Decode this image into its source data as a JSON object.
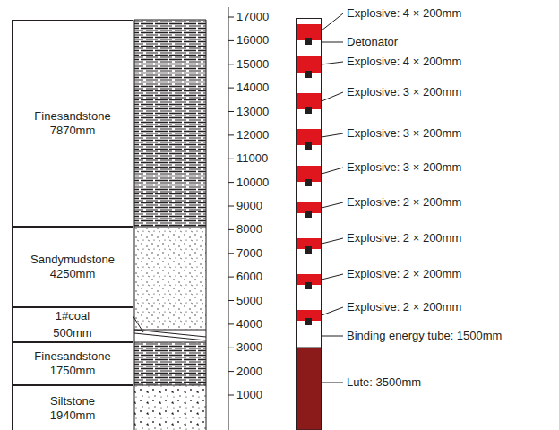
{
  "diagram": {
    "nodes": [
      {
        "text": [
          "Finesandstone",
          "7870mm"
        ]
      },
      {
        "text": [
          "Sandymudstone",
          "4250mm"
        ]
      },
      {
        "text": [
          "1#coal",
          "500mm"
        ]
      },
      {
        "text": [
          "Finesandstone",
          "1750mm"
        ]
      },
      {
        "text": [
          "Siltstone",
          "1940mm"
        ]
      }
    ],
    "edges": [],
    "labels": [
      "17000",
      "16000",
      "15000",
      "14000",
      "13000",
      "12000",
      "11000",
      "10000",
      "9000",
      "8000",
      "7000",
      "6000",
      "5000",
      "4000",
      "3000",
      "2000",
      "1000",
      "Explosive: 4 × 200mm",
      "Detonator",
      "Explosive: 4 × 200mm",
      "Explosive: 3 × 200mm",
      "Explosive: 3 × 200mm",
      "Explosive: 3 × 200mm",
      "Explosive: 2 × 200mm",
      "Explosive: 2 × 200mm",
      "Explosive: 2 × 200mm",
      "Explosive: 2 × 200mm",
      "Binding energy tube: 1500mm",
      "Lute: 3500mm"
    ]
  }
}
